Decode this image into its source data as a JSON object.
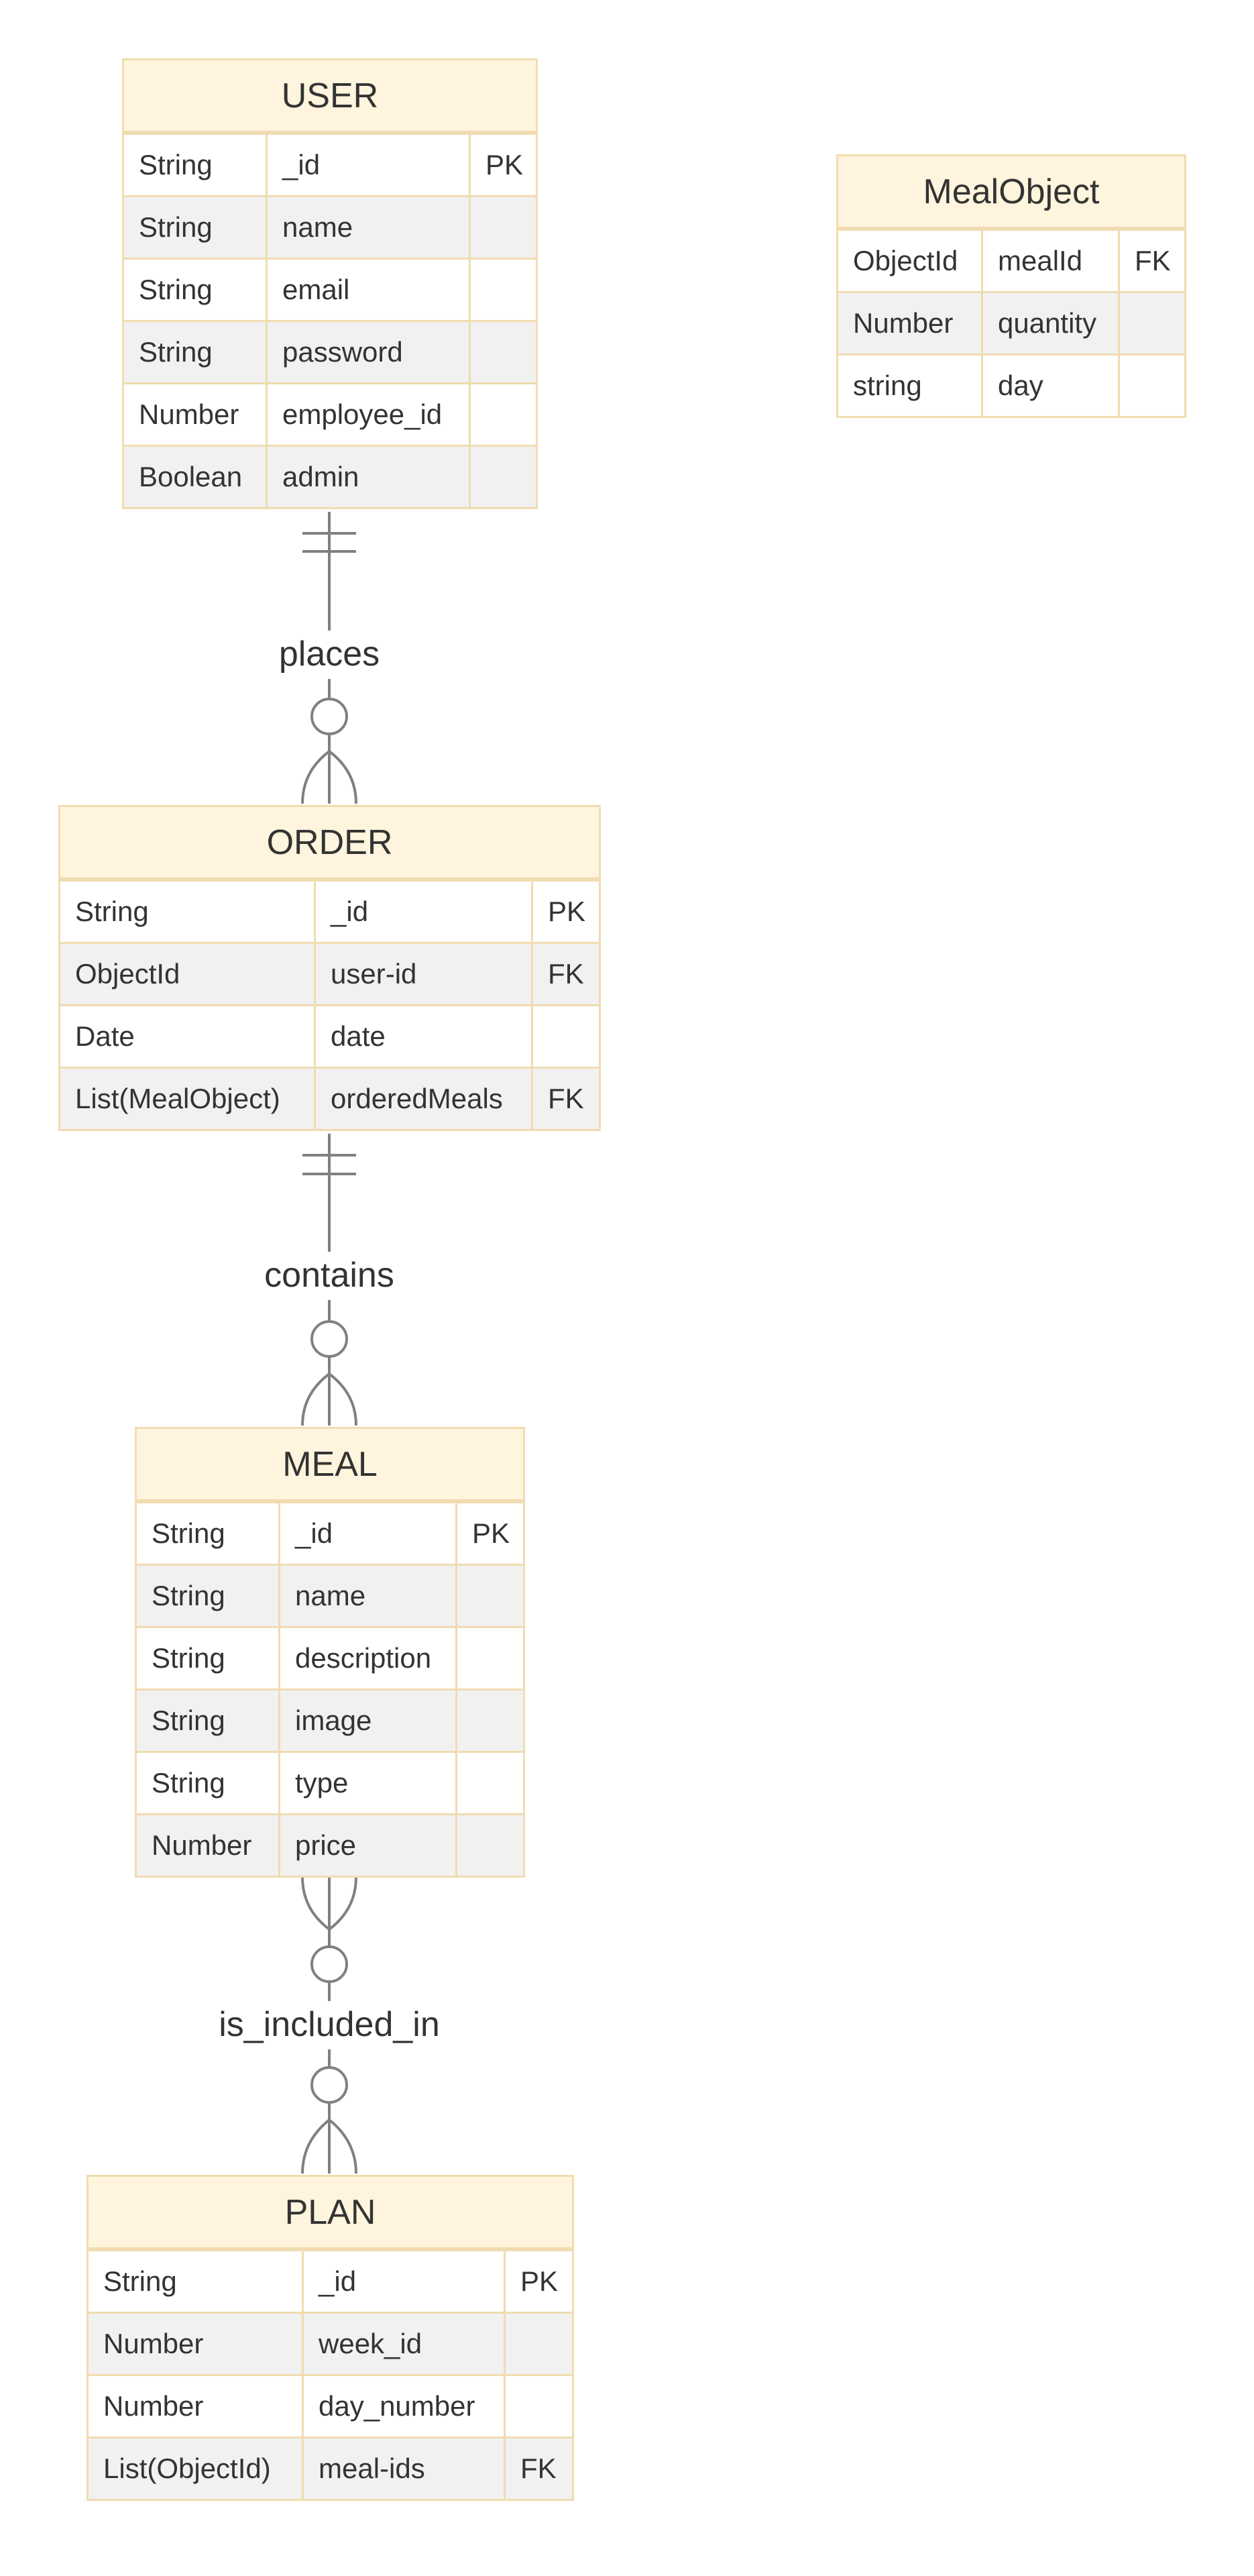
{
  "entities": {
    "user": {
      "name": "USER",
      "attributes": [
        {
          "type": "String",
          "name": "_id",
          "key": "PK"
        },
        {
          "type": "String",
          "name": "name",
          "key": ""
        },
        {
          "type": "String",
          "name": "email",
          "key": ""
        },
        {
          "type": "String",
          "name": "password",
          "key": ""
        },
        {
          "type": "Number",
          "name": "employee_id",
          "key": ""
        },
        {
          "type": "Boolean",
          "name": "admin",
          "key": ""
        }
      ]
    },
    "mealobject": {
      "name": "MealObject",
      "attributes": [
        {
          "type": "ObjectId",
          "name": "mealId",
          "key": "FK"
        },
        {
          "type": "Number",
          "name": "quantity",
          "key": ""
        },
        {
          "type": "string",
          "name": "day",
          "key": ""
        }
      ]
    },
    "order": {
      "name": "ORDER",
      "attributes": [
        {
          "type": "String",
          "name": "_id",
          "key": "PK"
        },
        {
          "type": "ObjectId",
          "name": "user-id",
          "key": "FK"
        },
        {
          "type": "Date",
          "name": "date",
          "key": ""
        },
        {
          "type": "List(MealObject)",
          "name": "orderedMeals",
          "key": "FK"
        }
      ]
    },
    "meal": {
      "name": "MEAL",
      "attributes": [
        {
          "type": "String",
          "name": "_id",
          "key": "PK"
        },
        {
          "type": "String",
          "name": "name",
          "key": ""
        },
        {
          "type": "String",
          "name": "description",
          "key": ""
        },
        {
          "type": "String",
          "name": "image",
          "key": ""
        },
        {
          "type": "String",
          "name": "type",
          "key": ""
        },
        {
          "type": "Number",
          "name": "price",
          "key": ""
        }
      ]
    },
    "plan": {
      "name": "PLAN",
      "attributes": [
        {
          "type": "String",
          "name": "_id",
          "key": "PK"
        },
        {
          "type": "Number",
          "name": "week_id",
          "key": ""
        },
        {
          "type": "Number",
          "name": "day_number",
          "key": ""
        },
        {
          "type": "List(ObjectId)",
          "name": "meal-ids",
          "key": "FK"
        }
      ]
    }
  },
  "relationships": [
    {
      "label": "places",
      "from": "USER",
      "to": "ORDER",
      "from_cardinality": "exactly-one",
      "to_cardinality": "zero-or-many"
    },
    {
      "label": "contains",
      "from": "ORDER",
      "to": "MEAL",
      "from_cardinality": "exactly-one",
      "to_cardinality": "zero-or-many"
    },
    {
      "label": "is_included_in",
      "from": "MEAL",
      "to": "PLAN",
      "from_cardinality": "zero-or-many",
      "to_cardinality": "zero-or-many"
    }
  ],
  "colors": {
    "header_fill": "#fff4dd",
    "border": "#f0dcb0",
    "alt_row": "#f1f1f1",
    "line": "#808080",
    "text": "#333333"
  }
}
